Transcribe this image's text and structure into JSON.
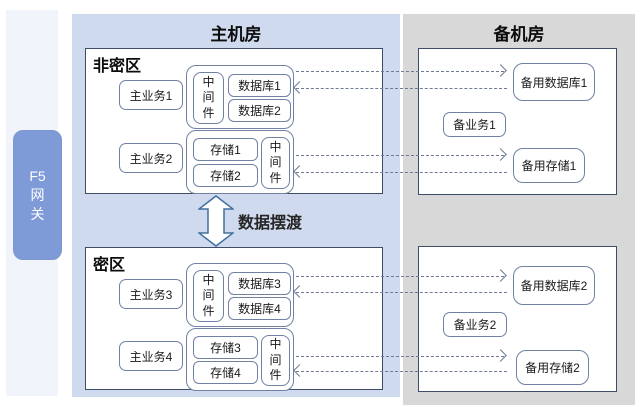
{
  "colors": {
    "main_panel_bg": "#cfdaee",
    "backup_panel_bg": "#d8d8d8",
    "gateway_fill": "#7e9ad7",
    "zone_border": "#3e4d66",
    "box_border": "#7081a3",
    "dashed_arrow": "#6e7b92",
    "transfer_arrow_outline": "#41719c"
  },
  "gateway": {
    "lines": [
      "F5",
      "网",
      "关"
    ]
  },
  "main_room": {
    "title": "主机房",
    "zone1": {
      "label": "非密区",
      "biz1": "主业务1",
      "middleware1": "中间件",
      "db1": "数据库1",
      "db2": "数据库2",
      "biz2": "主业务2",
      "storage1": "存储1",
      "storage2": "存储2",
      "middleware2": "中间件"
    },
    "zone2": {
      "label": "密区",
      "biz1": "主业务3",
      "middleware1": "中间件",
      "db1": "数据库3",
      "db2": "数据库4",
      "biz2": "主业务4",
      "storage1": "存储3",
      "storage2": "存储4",
      "middleware2": "中间件"
    }
  },
  "transfer": {
    "label": "数据摆渡"
  },
  "backup_room": {
    "title": "备机房",
    "zone1": {
      "db": "备用数据库1",
      "biz": "备业务1",
      "storage": "备用存储1"
    },
    "zone2": {
      "db": "备用数据库2",
      "biz": "备业务2",
      "storage": "备用存储2"
    }
  }
}
